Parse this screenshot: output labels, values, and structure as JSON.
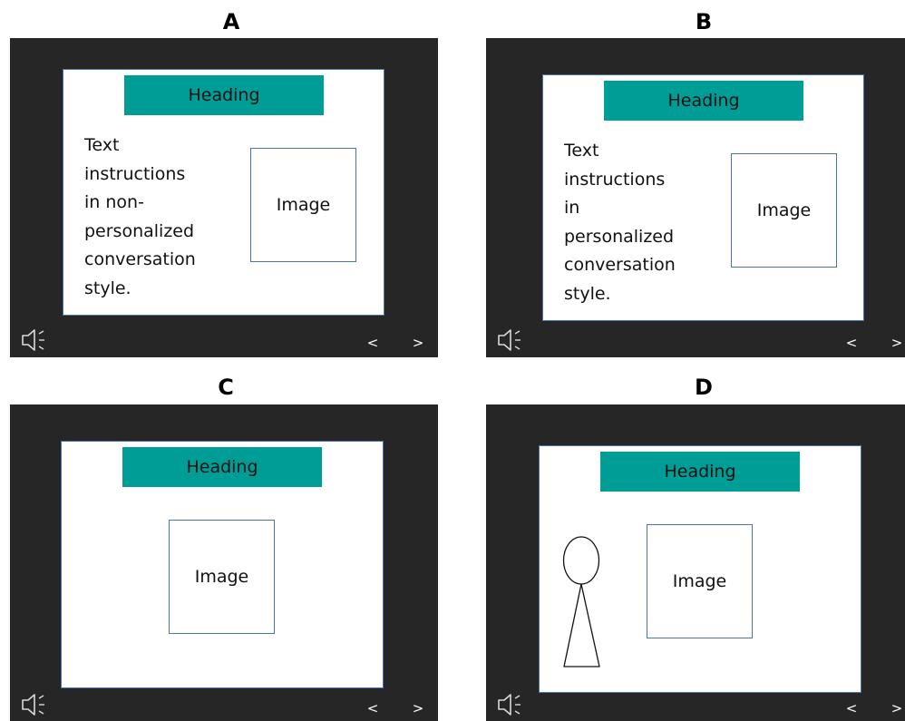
{
  "panels": [
    {
      "letter": "A",
      "heading": "Heading",
      "image_label": "Image",
      "instructions": "Text\ninstructions\nin non-\npersonalized\nconversation\nstyle.",
      "nav_prev": "<",
      "nav_next": ">"
    },
    {
      "letter": "B",
      "heading": "Heading",
      "image_label": "Image",
      "instructions": "Text\ninstructions\nin\npersonalized\nconversation\nstyle.",
      "nav_prev": "<",
      "nav_next": ">"
    },
    {
      "letter": "C",
      "heading": "Heading",
      "image_label": "Image",
      "nav_prev": "<",
      "nav_next": ">"
    },
    {
      "letter": "D",
      "heading": "Heading",
      "image_label": "Image",
      "nav_prev": "<",
      "nav_next": ">"
    }
  ],
  "colors": {
    "screen_bg": "#262626",
    "heading_bg": "#009c96",
    "slide_border": "#4a72b0"
  },
  "icons": {
    "speaker": "speaker-icon",
    "agent": "pedagogical-agent-figure"
  }
}
